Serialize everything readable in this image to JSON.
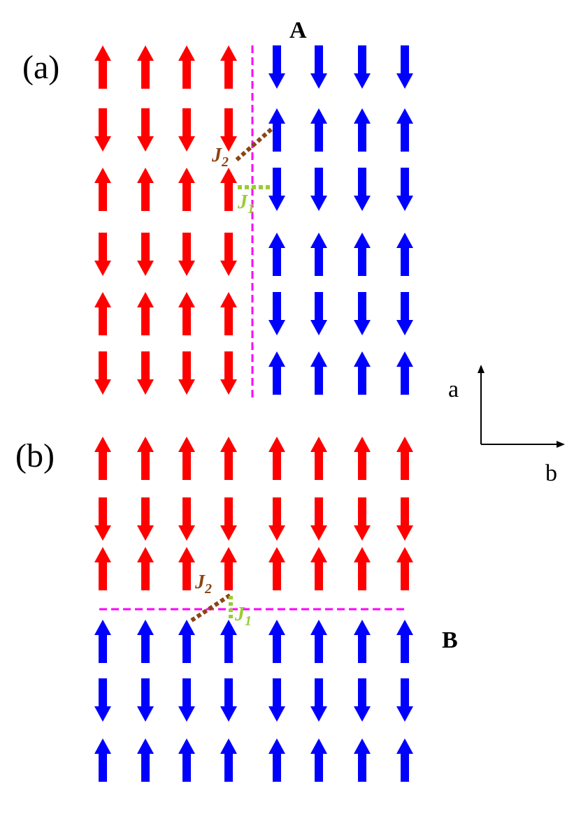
{
  "labels": {
    "panel_a": "(a)",
    "panel_b": "(b)",
    "wall_a": "A",
    "wall_b": "B",
    "axis_a": "a",
    "axis_b": "b",
    "j1_base": "J",
    "j1_sub": "1",
    "j2_base": "J",
    "j2_sub": "2"
  },
  "colors": {
    "domain1": "#ff0000",
    "domain2": "#0000ff",
    "wall": "#ff00ff",
    "j1": "#99cc33",
    "j2": "#8b4513",
    "axis": "#000000"
  },
  "panels": {
    "a": {
      "wall_orientation": "vertical",
      "columns": 8,
      "rows": 6,
      "spins": [
        [
          "up",
          "up",
          "up",
          "up",
          "down",
          "down",
          "down",
          "down"
        ],
        [
          "down",
          "down",
          "down",
          "down",
          "up",
          "up",
          "up",
          "up"
        ],
        [
          "up",
          "up",
          "up",
          "up",
          "down",
          "down",
          "down",
          "down"
        ],
        [
          "down",
          "down",
          "down",
          "down",
          "up",
          "up",
          "up",
          "up"
        ],
        [
          "up",
          "up",
          "up",
          "up",
          "down",
          "down",
          "down",
          "down"
        ],
        [
          "down",
          "down",
          "down",
          "down",
          "up",
          "up",
          "up",
          "up"
        ]
      ],
      "domain": [
        [
          1,
          1,
          1,
          1,
          2,
          2,
          2,
          2
        ],
        [
          1,
          1,
          1,
          1,
          2,
          2,
          2,
          2
        ],
        [
          1,
          1,
          1,
          1,
          2,
          2,
          2,
          2
        ],
        [
          1,
          1,
          1,
          1,
          2,
          2,
          2,
          2
        ],
        [
          1,
          1,
          1,
          1,
          2,
          2,
          2,
          2
        ],
        [
          1,
          1,
          1,
          1,
          2,
          2,
          2,
          2
        ]
      ]
    },
    "b": {
      "wall_orientation": "horizontal",
      "columns": 8,
      "rows": 6,
      "spins": [
        [
          "up",
          "up",
          "up",
          "up",
          "up",
          "up",
          "up",
          "up"
        ],
        [
          "down",
          "down",
          "down",
          "down",
          "down",
          "down",
          "down",
          "down"
        ],
        [
          "up",
          "up",
          "up",
          "up",
          "up",
          "up",
          "up",
          "up"
        ],
        [
          "up",
          "up",
          "up",
          "up",
          "up",
          "up",
          "up",
          "up"
        ],
        [
          "down",
          "down",
          "down",
          "down",
          "down",
          "down",
          "down",
          "down"
        ],
        [
          "up",
          "up",
          "up",
          "up",
          "up",
          "up",
          "up",
          "up"
        ]
      ],
      "domain": [
        [
          1,
          1,
          1,
          1,
          1,
          1,
          1,
          1
        ],
        [
          1,
          1,
          1,
          1,
          1,
          1,
          1,
          1
        ],
        [
          1,
          1,
          1,
          1,
          1,
          1,
          1,
          1
        ],
        [
          2,
          2,
          2,
          2,
          2,
          2,
          2,
          2
        ],
        [
          2,
          2,
          2,
          2,
          2,
          2,
          2,
          2
        ],
        [
          2,
          2,
          2,
          2,
          2,
          2,
          2,
          2
        ]
      ]
    }
  }
}
